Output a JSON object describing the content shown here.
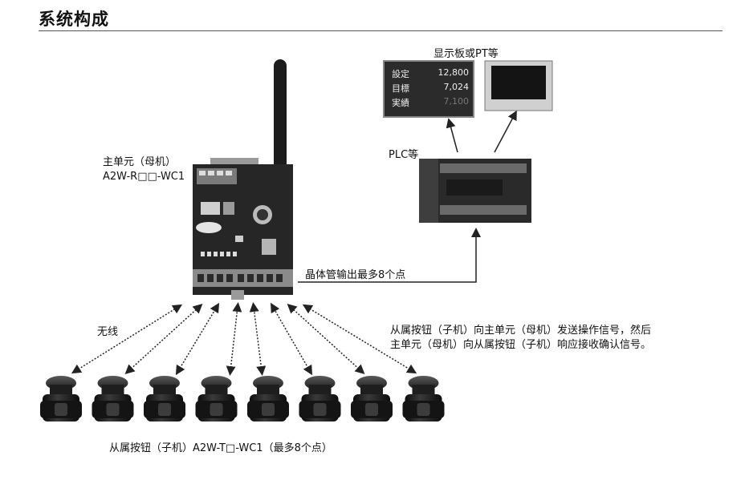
{
  "header": {
    "title": "系统构成"
  },
  "labels": {
    "display": "显示板或PT等",
    "plc": "PLC等",
    "master_line1": "主单元（母机）",
    "master_line2": "A2W-R□□-WC1",
    "transistor": "晶体管输出最多8个点",
    "wireless": "无线",
    "comm_line1": "从属按钮（子机）向主单元（母机）发送操作信号，然后",
    "comm_line2": "主单元（母机）向从属按钮（子机）响应接收确认信号。",
    "slave": "从属按钮（子机）A2W-T□-WC1（最多8个点）"
  },
  "display_panel": {
    "rows": [
      {
        "label": "設定",
        "value": "12,800"
      },
      {
        "label": "目標",
        "value": "7,024"
      },
      {
        "label": "実績",
        "value": "7,100"
      }
    ]
  },
  "buttons": {
    "count": 8
  }
}
